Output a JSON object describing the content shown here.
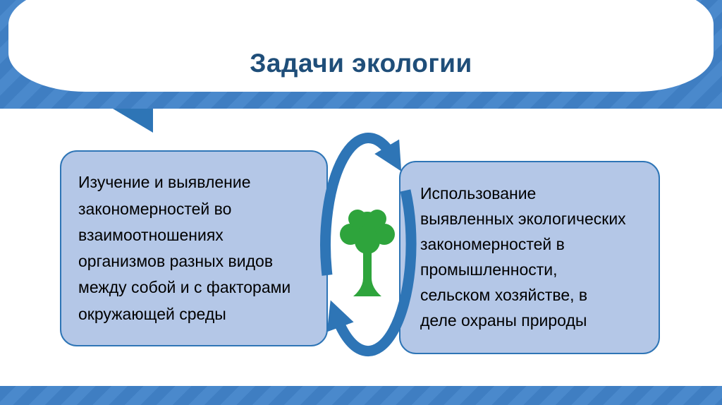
{
  "slide": {
    "title": "Задачи экологии",
    "left_box": {
      "text": "Изучение и выявление закономерностей во взаимоотношениях организмов разных видов между собой и с факторами окружающей среды"
    },
    "right_box": {
      "text": "Использование выявленных экологических закономерностей в промышленности, сельском хозяйстве, в деле охраны природы"
    },
    "icons": {
      "cycle": "cycle-arrows",
      "tree": "deciduous-tree"
    },
    "colors": {
      "header_blue": "#3F7EC2",
      "header_stripe": "#4A89CC",
      "title_color": "#1F4E79",
      "box_fill": "#B4C7E7",
      "box_border": "#2E75B6",
      "arrow_blue": "#2E75B6",
      "tree_green": "#2EA43C"
    }
  }
}
